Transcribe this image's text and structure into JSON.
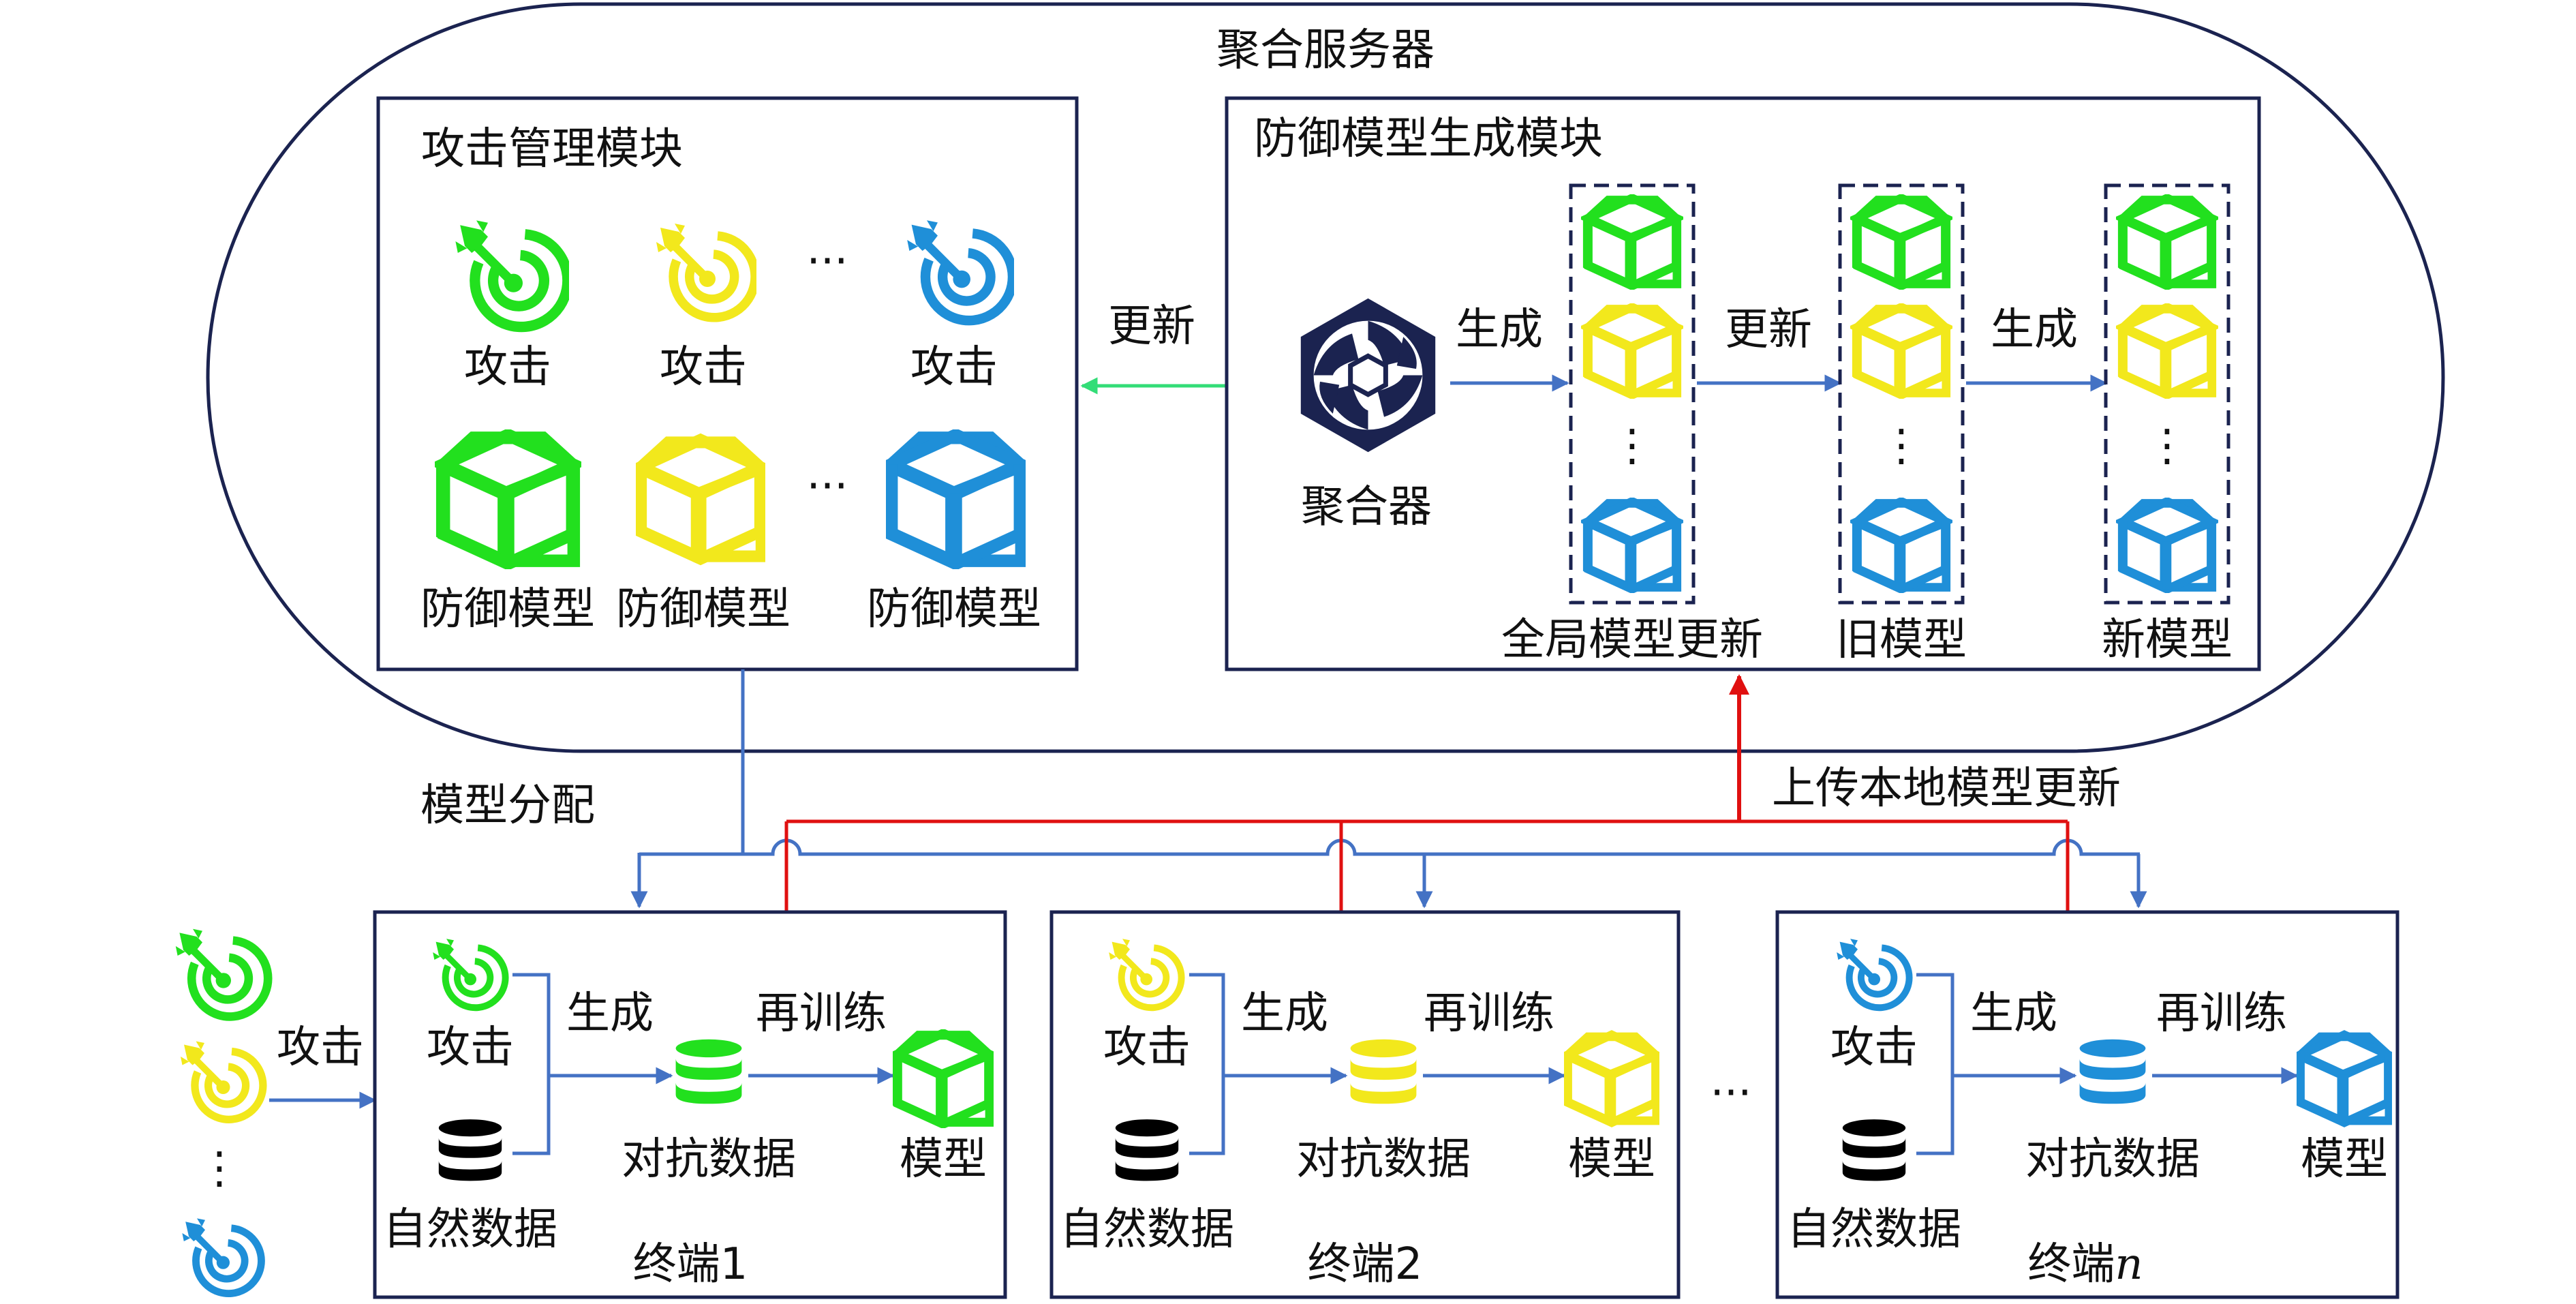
{
  "colors": {
    "green": "#22e01e",
    "yellow": "#f2e81c",
    "blue": "#1f8fd8",
    "navy": "#1b2350",
    "arrow_blue": "#4472c4",
    "update_green": "#33dd77",
    "upload_red": "#e01010",
    "black": "#000000"
  },
  "server": {
    "title": "聚合服务器",
    "attack_module": {
      "title": "攻击管理模块",
      "attack_labels": [
        "攻击",
        "攻击",
        "攻击"
      ],
      "defense_labels": [
        "防御模型",
        "防御模型",
        "防御模型"
      ],
      "ellipsis": "···"
    },
    "defense_module": {
      "title": "防御模型生成模块",
      "aggregator_label": "聚合器",
      "generate_label_1": "生成",
      "update_label": "更新",
      "generate_label_2": "生成",
      "global_update_label": "全局模型更新",
      "old_model_label": "旧模型",
      "new_model_label": "新模型",
      "vdots": "⋮"
    },
    "update_arrow_label": "更新"
  },
  "links": {
    "distribution_label": "模型分配",
    "upload_label": "上传本地模型更新"
  },
  "attack_source": {
    "label": "攻击",
    "vdots": "⋮"
  },
  "terminals": [
    {
      "attack_label": "攻击",
      "data_label": "自然数据",
      "generate_label": "生成",
      "retrain_label": "再训练",
      "adversarial_label": "对抗数据",
      "model_label": "模型",
      "name": "终端1",
      "color_key": "green"
    },
    {
      "attack_label": "攻击",
      "data_label": "自然数据",
      "generate_label": "生成",
      "retrain_label": "再训练",
      "adversarial_label": "对抗数据",
      "model_label": "模型",
      "name": "终端2",
      "color_key": "yellow"
    },
    {
      "attack_label": "攻击",
      "data_label": "自然数据",
      "generate_label": "生成",
      "retrain_label": "再训练",
      "adversarial_label": "对抗数据",
      "model_label": "模型",
      "name_prefix": "终端",
      "name_var": "n",
      "color_key": "blue"
    }
  ],
  "terminal_ellipsis": "···",
  "icons": [
    "target-icon",
    "cube-icon",
    "database-icon",
    "aggregator-icon"
  ]
}
